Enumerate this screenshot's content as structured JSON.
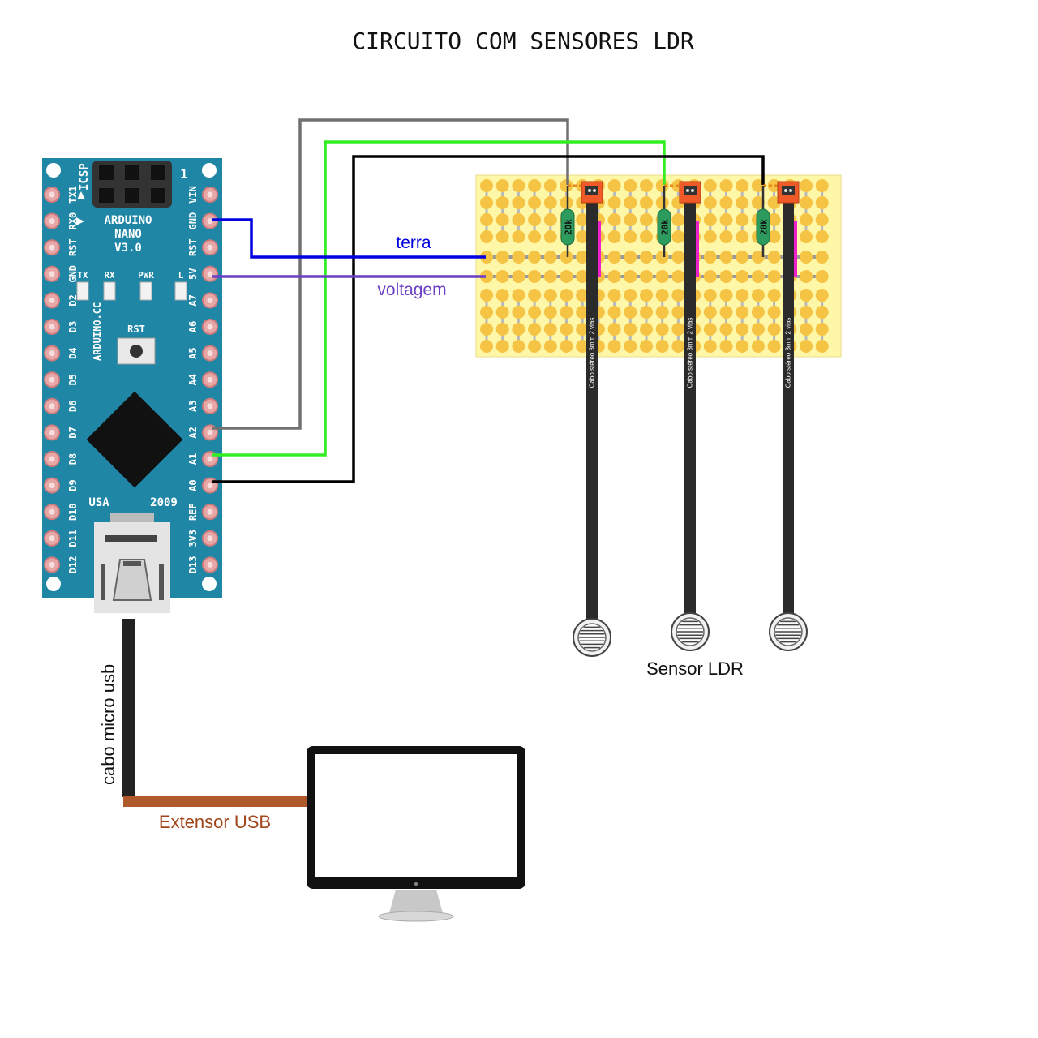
{
  "title": "CIRCUITO COM SENSORES LDR",
  "labels": {
    "terra": "terra",
    "voltagem": "voltagem",
    "sensor": "Sensor LDR",
    "usb_cable": "cabo micro usb",
    "usb_extender": "Extensor USB"
  },
  "arduino": {
    "name_line1": "ARDUINO",
    "name_line2": "NANO",
    "name_line3": "V3.0",
    "site": "ARDUINO.CC",
    "icsp": "ICSP",
    "icsp_pin1": "1",
    "led_labels": [
      "TX",
      "RX",
      "PWR",
      "L"
    ],
    "rst_label": "RST",
    "country": "USA",
    "year": "2009",
    "pins_left": [
      "TX1",
      "RX0",
      "RST",
      "GND",
      "D2",
      "D3",
      "D4",
      "D5",
      "D6",
      "D7",
      "D8",
      "D9",
      "D10",
      "D11",
      "D12"
    ],
    "pins_right": [
      "VIN",
      "GND",
      "RST",
      "5V",
      "A7",
      "A6",
      "A5",
      "A4",
      "A3",
      "A2",
      "A1",
      "A0",
      "REF",
      "3V3",
      "D13"
    ]
  },
  "resistor_label": "20k",
  "cable_label": "Cabo stéreo 3mm 2 vias",
  "colors": {
    "board": "#1f86a6",
    "ground_wire": "#0000e0",
    "voltage_wire": "#6b3fc6",
    "wire_a2": "#707070",
    "wire_a1": "#33ee22",
    "wire_a0": "#000000",
    "perfboard": "#fff7a8",
    "pad": "#f6c445",
    "resistor": "#2e9b5e",
    "sensor_lead": "#ee22cc",
    "extender": "#b05a2c",
    "extender_text": "#a0461a"
  },
  "icons": {
    "ldr": "photoresistor-icon",
    "monitor": "monitor-icon",
    "usb": "usb-connector-icon",
    "chip": "microcontroller-icon"
  }
}
